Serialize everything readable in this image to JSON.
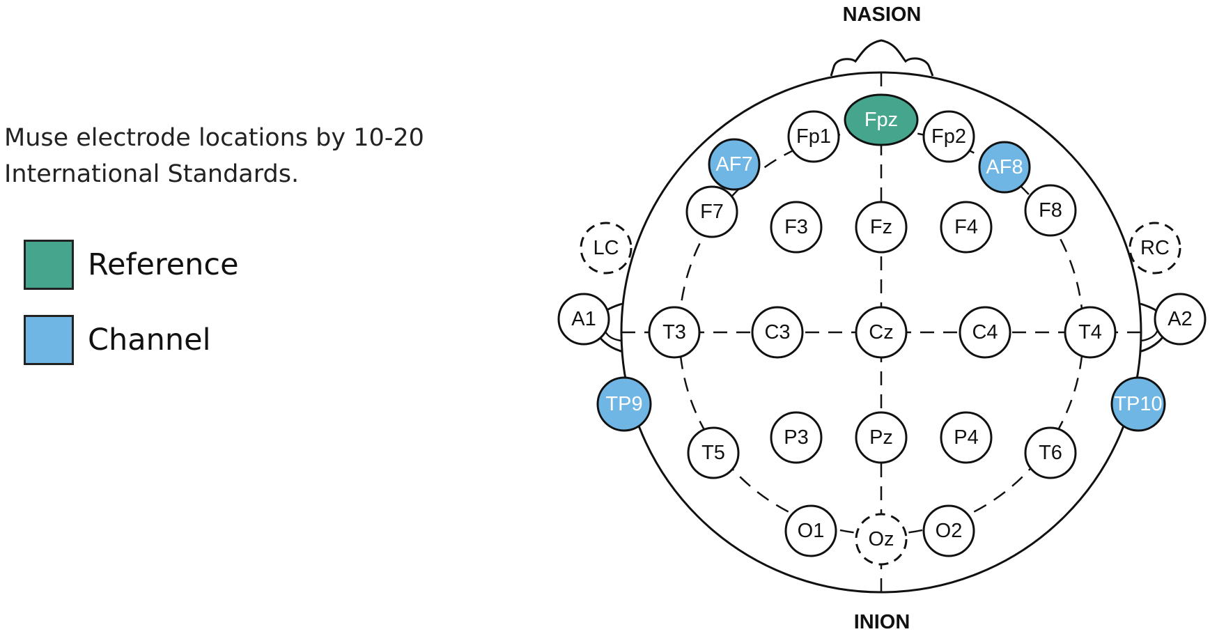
{
  "caption": {
    "line1": "Muse electrode locations by 10-20",
    "line2": "International Standards."
  },
  "legend": [
    {
      "label": "Reference",
      "color": "#46a68d"
    },
    {
      "label": "Channel",
      "color": "#6fb6e4"
    }
  ],
  "landmarks": {
    "top": "NASION",
    "bottom": "INION"
  },
  "electrodes": [
    {
      "id": "Fpz",
      "label": "Fpz",
      "role": "reference"
    },
    {
      "id": "Fp1",
      "label": "Fp1",
      "role": "standard"
    },
    {
      "id": "Fp2",
      "label": "Fp2",
      "role": "standard"
    },
    {
      "id": "AF7",
      "label": "AF7",
      "role": "channel"
    },
    {
      "id": "AF8",
      "label": "AF8",
      "role": "channel"
    },
    {
      "id": "F7",
      "label": "F7",
      "role": "standard"
    },
    {
      "id": "F3",
      "label": "F3",
      "role": "standard"
    },
    {
      "id": "Fz",
      "label": "Fz",
      "role": "standard"
    },
    {
      "id": "F4",
      "label": "F4",
      "role": "standard"
    },
    {
      "id": "F8",
      "label": "F8",
      "role": "standard"
    },
    {
      "id": "LC",
      "label": "LC",
      "role": "dashed"
    },
    {
      "id": "RC",
      "label": "RC",
      "role": "dashed"
    },
    {
      "id": "A1",
      "label": "A1",
      "role": "standard"
    },
    {
      "id": "A2",
      "label": "A2",
      "role": "standard"
    },
    {
      "id": "T3",
      "label": "T3",
      "role": "standard"
    },
    {
      "id": "C3",
      "label": "C3",
      "role": "standard"
    },
    {
      "id": "Cz",
      "label": "Cz",
      "role": "standard"
    },
    {
      "id": "C4",
      "label": "C4",
      "role": "standard"
    },
    {
      "id": "T4",
      "label": "T4",
      "role": "standard"
    },
    {
      "id": "TP9",
      "label": "TP9",
      "role": "channel"
    },
    {
      "id": "TP10",
      "label": "TP10",
      "role": "channel"
    },
    {
      "id": "T5",
      "label": "T5",
      "role": "standard"
    },
    {
      "id": "P3",
      "label": "P3",
      "role": "standard"
    },
    {
      "id": "Pz",
      "label": "Pz",
      "role": "standard"
    },
    {
      "id": "P4",
      "label": "P4",
      "role": "standard"
    },
    {
      "id": "T6",
      "label": "T6",
      "role": "standard"
    },
    {
      "id": "O1",
      "label": "O1",
      "role": "standard"
    },
    {
      "id": "Oz",
      "label": "Oz",
      "role": "dashed"
    },
    {
      "id": "O2",
      "label": "O2",
      "role": "standard"
    }
  ]
}
